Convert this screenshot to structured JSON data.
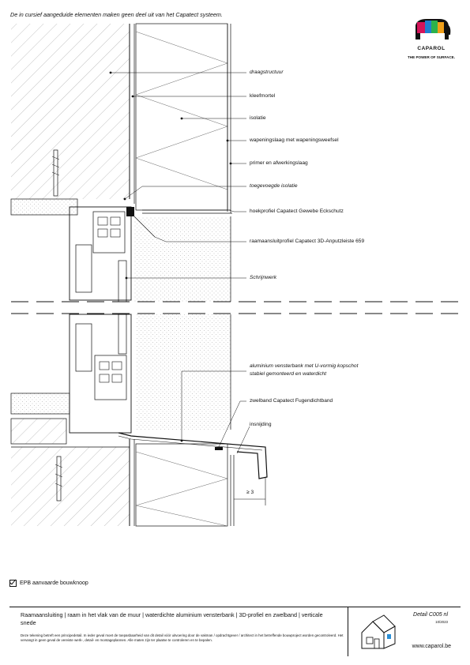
{
  "note_top": "De in cursief aangeduide elementen maken geen deel uit van het Capatect systeem.",
  "logo": {
    "brand": "CAPAROL",
    "tagline": "THE POWER OF SURFACE."
  },
  "labels": {
    "draagstructuur": "draagstructuur",
    "kleefmortel": "kleefmortel",
    "isolatie": "isolatie",
    "wapeningslaag": "wapeningslaag met wapeningsweefsel",
    "primer": "primer en afwerkingslaag",
    "toegevoegde_isolatie": "toegevoegde isolatie",
    "hoekprofiel": "hoekprofiel Capatect Gewebe Eckschutz",
    "raamaansluitprofiel": "raamaansluitprofiel Capatect 3D-Anputzleiste 659",
    "schrijnwerk": "Schrijnwerk",
    "vensterbank_1": "aluminium vensterbank met U-vormig kopschot",
    "vensterbank_2": "stabiel gemonteerd en waterdicht",
    "zwelband": "zwelband Capatect Fugendichtband",
    "insnijding": "insnijding",
    "dimension": "≥ 3"
  },
  "epb": "EPB aanvaarde bouwknoop",
  "footer": {
    "title": "Raamaansluiting | raam in het vlak van de muur | waterdichte aluminium vensterbank | 3D-profiel en zwelband | verticale snede",
    "disclaimer": "Deze tekening betreft een principedetail. In ieder geval moet de toepasbaarheid van dit detail vóór uitvoering door de vakman / opdrachtgever / architect in het betreffende bouwproject worden gecontroleerd. Het vervangt in geen geval de vereiste werk-, detail- en montageplannen. Alle maten zijn ter plaatse te controleren en te bepalen.",
    "detail": "Detail C005 nl",
    "date": "10/2023",
    "website": "www.caparol.be"
  },
  "colors": {
    "line": "#111111",
    "hatch": "#9a9a9a"
  }
}
